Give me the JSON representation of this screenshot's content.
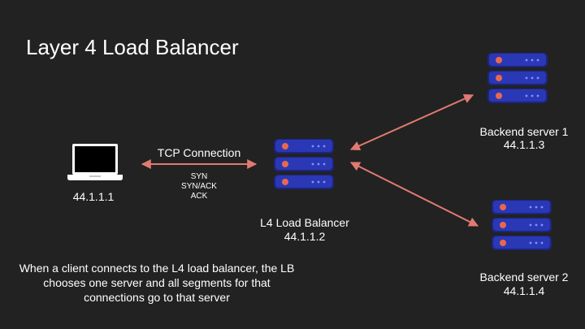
{
  "title": "Layer 4 Load Balancer",
  "client": {
    "ip": "44.1.1.1",
    "icon": "laptop-icon"
  },
  "connection": {
    "label": "TCP Connection",
    "handshake": [
      "SYN",
      "SYN/ACK",
      "ACK"
    ]
  },
  "load_balancer": {
    "name": "L4 Load Balancer",
    "ip": "44.1.1.2",
    "icon": "server-icon"
  },
  "backends": [
    {
      "name": "Backend server 1",
      "ip": "44.1.1.3",
      "icon": "server-icon"
    },
    {
      "name": "Backend server 2",
      "ip": "44.1.1.4",
      "icon": "server-icon"
    }
  ],
  "caption": "When a client connects to the L4 load balancer, the LB chooses one server and all segments for that connections go to that server",
  "colors": {
    "background": "#222222",
    "arrow": "#e07a72",
    "server_body": "#1e2a8a",
    "server_top": "#2b3cc0",
    "server_led": "#e8684f",
    "server_dots": "#6f86ff"
  }
}
